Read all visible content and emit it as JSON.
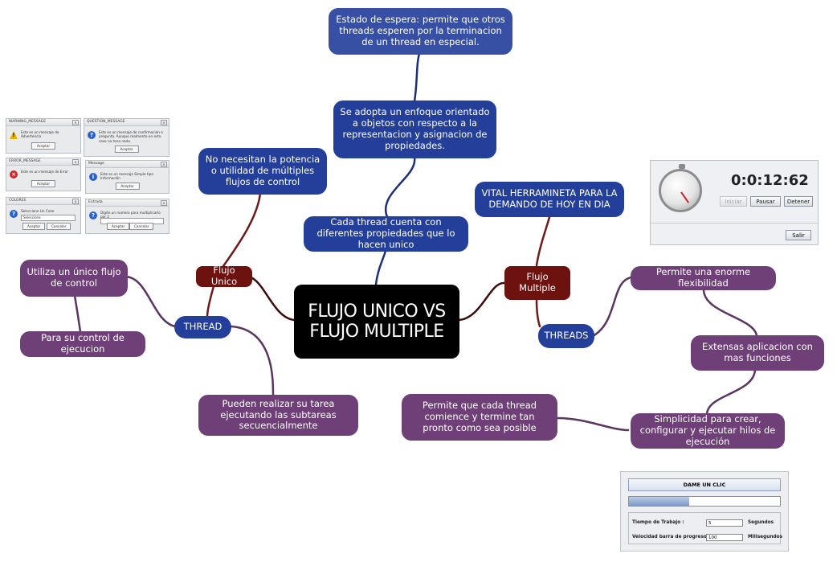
{
  "central": {
    "line1": "FLUJO UNICO VS",
    "line2": "FLUJO MULTIPLE"
  },
  "nodes": {
    "flujo_unico": "Flujo Unico",
    "flujo_multiple": "Flujo Multiple",
    "thread": "THREAD",
    "threads": "THREADS",
    "espera": "Estado de espera: permite que otros threads esperen por la terminacion de un thread en especial.",
    "enfoque": "Se adopta un enfoque orientado a objetos con respecto a la representacion y asignacion de propiedades.",
    "propiedades": "Cada thread cuenta con diferentes propiedades que lo hacen unico",
    "potencia": "No necesitan la potencia o utilidad de múltiples flujos de control",
    "unico_flujo": "Utiliza un único flujo de control",
    "control_ejecucion": "Para su control de ejecucion",
    "subtareas": "Pueden realizar su tarea ejecutando las subtareas secuencialmente",
    "vital": "VITAL HERRAMINETA PARA LA DEMANDO DE HOY EN DIA",
    "flexibilidad": "Permite una enorme flexibilidad",
    "extensas": "Extensas aplicacion con mas funciones",
    "simplicidad": "Simplicidad para crear, configurar y ejecutar hilos de ejecución",
    "comience": "Permite que cada thread comience y termine tan pronto como sea posible"
  },
  "dialogs": {
    "warning": {
      "title": "WARNING_MESSAGE",
      "text": "Este es un mensaje de Advertencia",
      "button": "Aceptar"
    },
    "question": {
      "title": "QUESTION_MESSAGE",
      "text": "Este es un mensaje de confirmación o pregunta. Aunque realmente en este caso no hara nada.",
      "button": "Aceptar"
    },
    "error": {
      "title": "ERROR_MESSAGE",
      "text": "Este es un mensaje de Error",
      "button": "Aceptar"
    },
    "message": {
      "title": "Message",
      "text": "Este es un mensaje Simple tipo Información",
      "button": "Aceptar"
    },
    "colores": {
      "title": "COLORES",
      "text": "Seleccione Un Color",
      "value": "Seleccione",
      "ok": "Aceptar",
      "cancel": "Cancelar"
    },
    "entrada": {
      "title": "Entrada",
      "text": "Digite un numero para multiplicarlo por 2",
      "ok": "Aceptar",
      "cancel": "Cancelar"
    }
  },
  "stopwatch": {
    "time": "0:0:12:62",
    "start": "Iniciar",
    "pause": "Pausar",
    "stop": "Detener",
    "exit": "Salir"
  },
  "progress_panel": {
    "button": "DAME UN CLIC",
    "progress": 0.4,
    "row1_label": "Tiempo de Trabajo :",
    "row1_value": "5",
    "row1_unit": "Segundos",
    "row2_label": "Velocidad barra de progreso :",
    "row2_value": "100",
    "row2_unit": "Milisegundos"
  }
}
